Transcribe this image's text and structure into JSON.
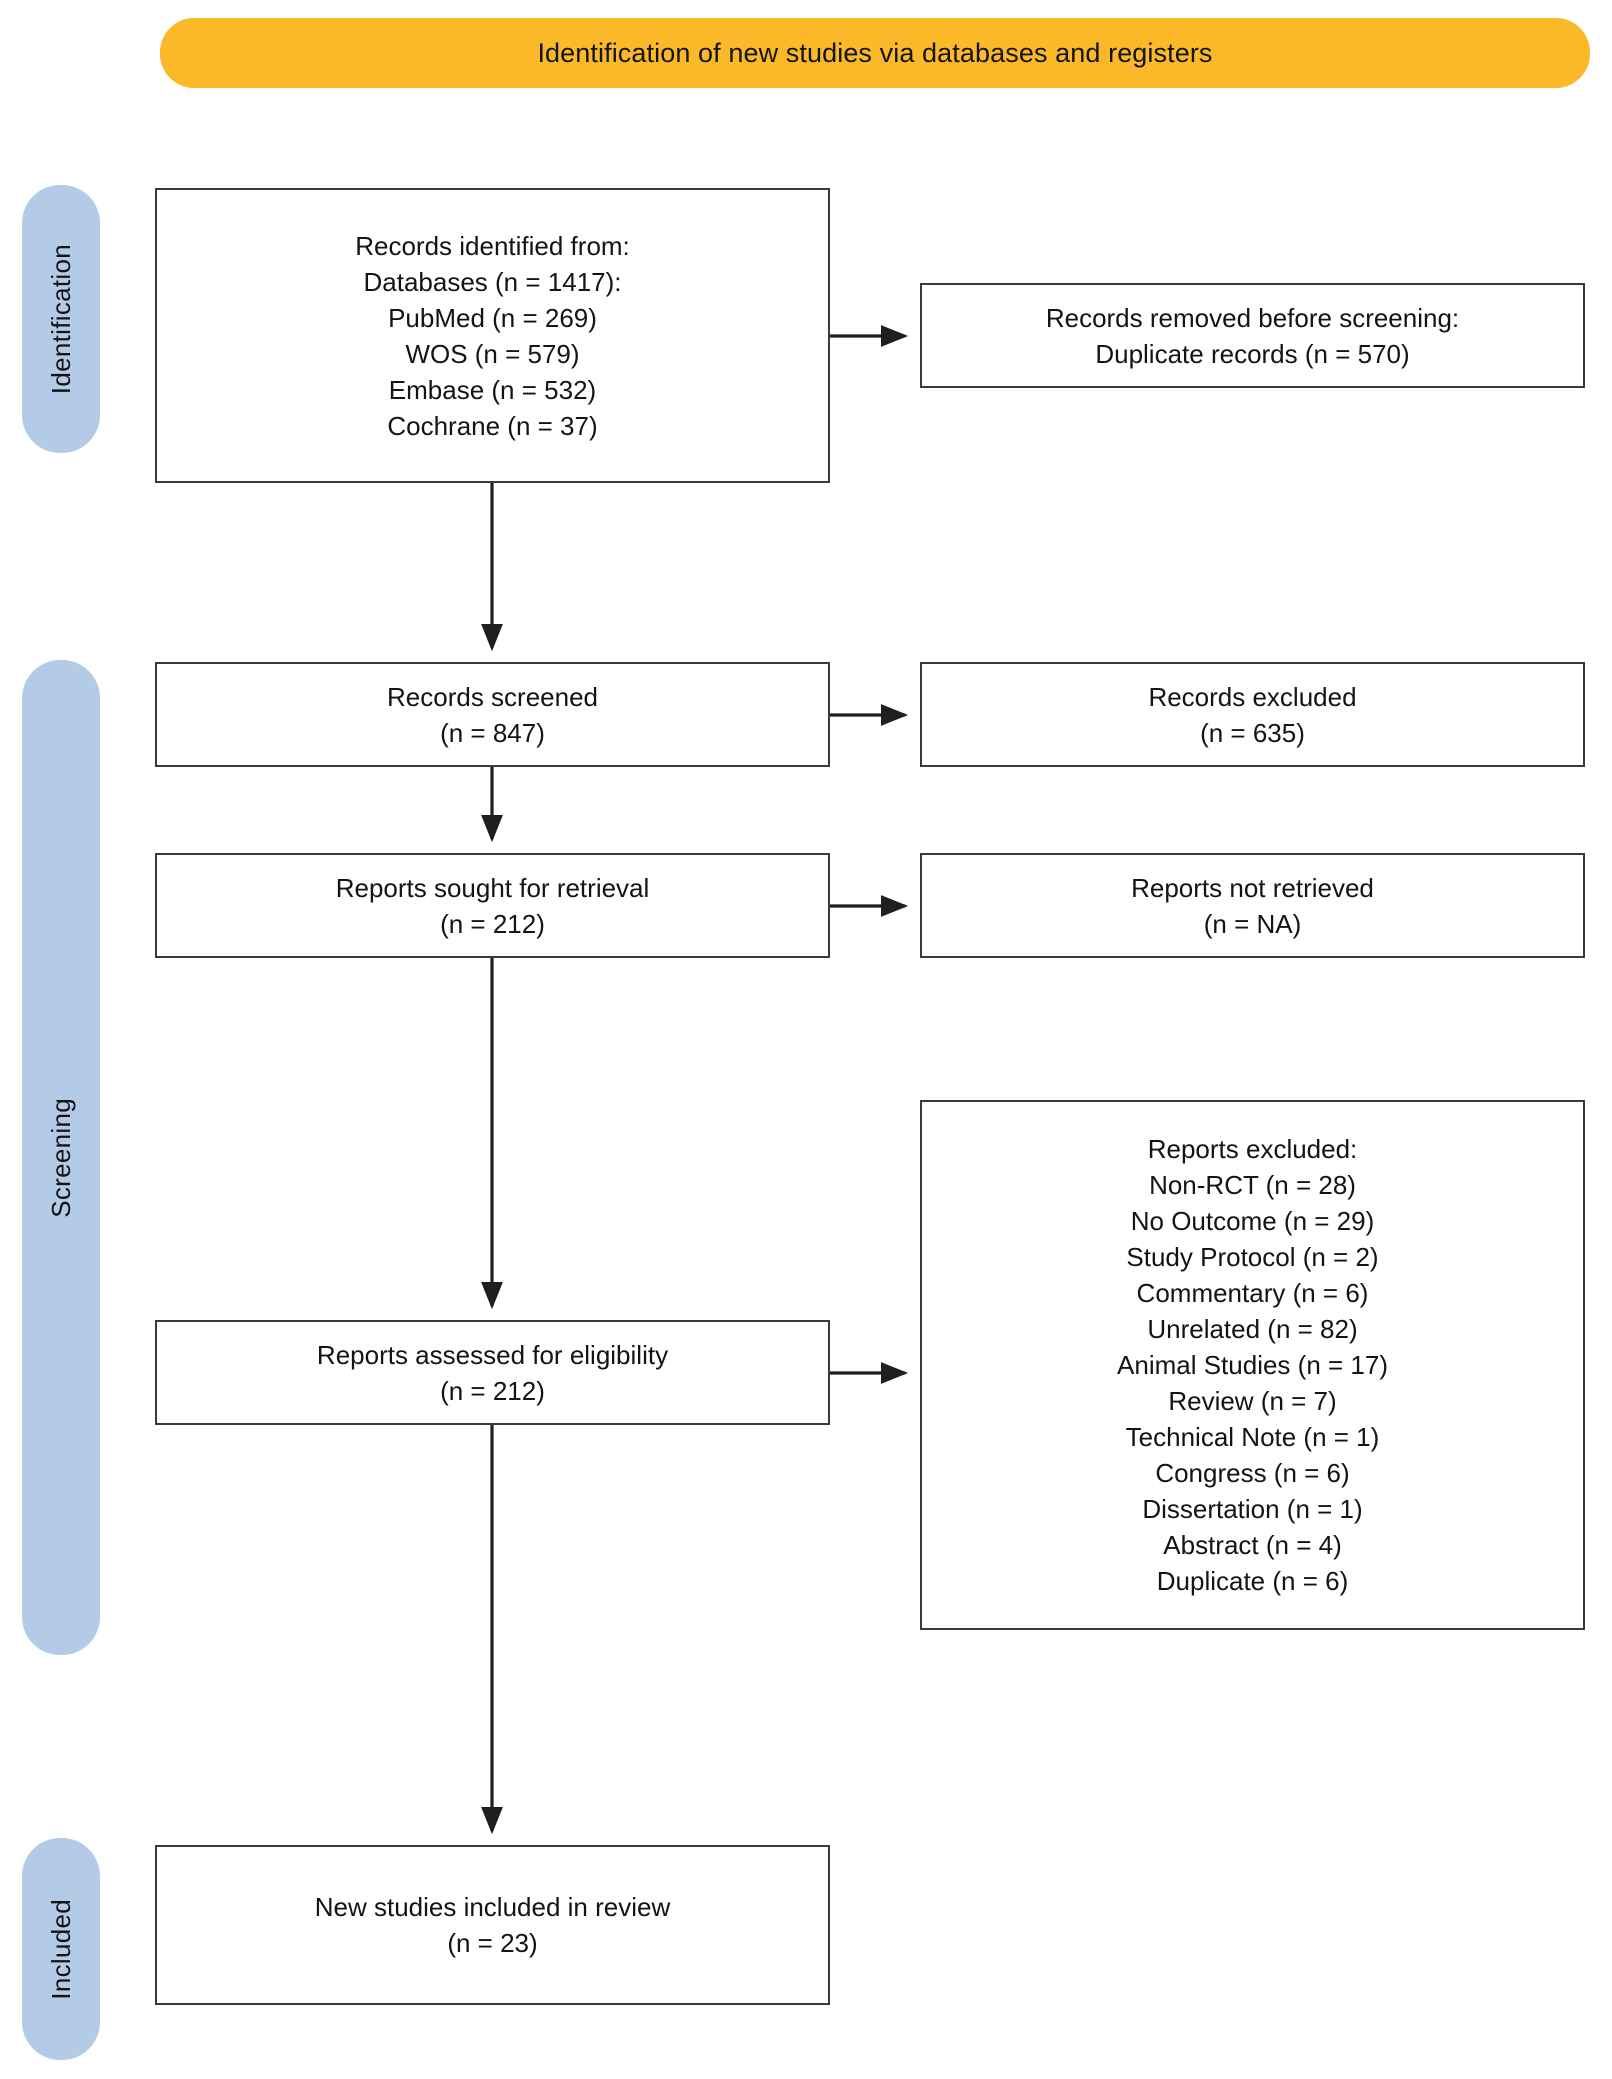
{
  "banner": {
    "title": "Identification of new studies via databases and registers",
    "color": "#fbb829"
  },
  "stages": {
    "color": "#b4cbe8",
    "identification": "Identification",
    "screening": "Screening",
    "included": "Included"
  },
  "boxes": {
    "identified": {
      "lines": [
        "Records identified from:",
        "Databases (n = 1417):",
        "PubMed (n = 269)",
        "WOS (n = 579)",
        "Embase (n = 532)",
        "Cochrane (n = 37)"
      ]
    },
    "removed": {
      "lines": [
        "Records removed before screening:",
        "Duplicate records (n = 570)"
      ]
    },
    "screened": {
      "lines": [
        "Records screened",
        "(n = 847)"
      ]
    },
    "excluded_records": {
      "lines": [
        "Records excluded",
        "(n = 635)"
      ]
    },
    "sought": {
      "lines": [
        "Reports sought for retrieval",
        "(n = 212)"
      ]
    },
    "not_retrieved": {
      "lines": [
        "Reports not retrieved",
        "(n = NA)"
      ]
    },
    "assessed": {
      "lines": [
        "Reports assessed for eligibility",
        "(n = 212)"
      ]
    },
    "reports_excluded": {
      "lines": [
        "Reports excluded:",
        "Non-RCT (n = 28)",
        "No Outcome (n = 29)",
        "Study Protocol (n = 2)",
        "Commentary (n = 6)",
        "Unrelated (n = 82)",
        "Animal Studies (n = 17)",
        "Review (n = 7)",
        "Technical Note (n = 1)",
        "Congress (n = 6)",
        "Dissertation (n = 1)",
        "Abstract (n = 4)",
        "Duplicate (n = 6)"
      ]
    },
    "included": {
      "lines": [
        "New studies included in review",
        "(n = 23)"
      ]
    }
  }
}
